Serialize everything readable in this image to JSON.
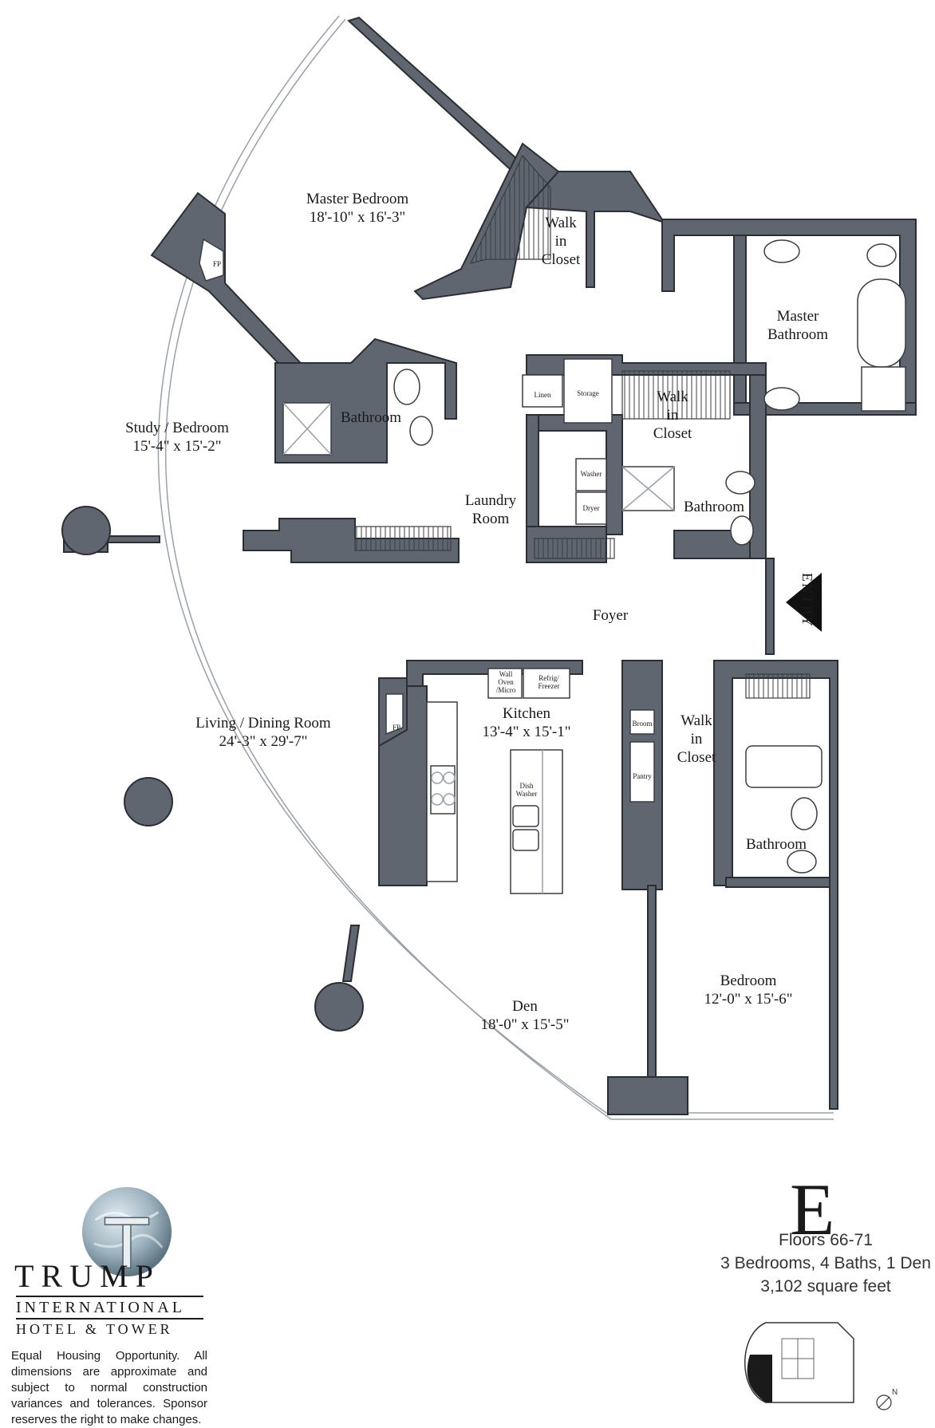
{
  "rooms": {
    "master_bedroom": {
      "name": "Master Bedroom",
      "dim": "18'-10\" x 16'-3\""
    },
    "walk_in_closet_1": {
      "name": "Walk\nin\nCloset"
    },
    "master_bathroom": {
      "name": "Master\nBathroom"
    },
    "study_bedroom": {
      "name": "Study / Bedroom",
      "dim": "15'-4\" x 15'-2\""
    },
    "bathroom_1": {
      "name": "Bathroom"
    },
    "walk_in_closet_2": {
      "name": "Walk\nin\nCloset"
    },
    "laundry_room": {
      "name": "Laundry\nRoom"
    },
    "bathroom_2": {
      "name": "Bathroom"
    },
    "foyer": {
      "name": "Foyer"
    },
    "living_dining": {
      "name": "Living / Dining Room",
      "dim": "24'-3\" x 29'-7\""
    },
    "kitchen": {
      "name": "Kitchen",
      "dim": "13'-4\" x 15'-1\""
    },
    "walk_in_closet_3": {
      "name": "Walk\nin\nCloset"
    },
    "bathroom_3": {
      "name": "Bathroom"
    },
    "den": {
      "name": "Den",
      "dim": "18'-0\" x 15'-5\""
    },
    "bedroom": {
      "name": "Bedroom",
      "dim": "12'-0\" x 15'-6\""
    }
  },
  "fixtures": {
    "fp1": "FP",
    "fp2": "FP",
    "linen": "Linen",
    "storage": "Storage",
    "washer": "Washer",
    "dryer": "Dryer",
    "wall_oven": "Wall\nOven\n/Micro",
    "refrig": "Refrig/\nFreezer",
    "broom": "Broom",
    "pantry": "Pantry",
    "dishwasher": "Dish\nWasher"
  },
  "entry": "ENTRY",
  "brand": {
    "line1": "TRUMP",
    "line2": "INTERNATIONAL",
    "line3": "HOTEL & TOWER"
  },
  "disclaimer": "Equal Housing Opportunity. All dimensions are approximate and subject to normal construction variances and tolerances. Sponsor reserves the right to make changes.",
  "unit": {
    "letter": "E",
    "floors": "Floors 66-71",
    "rooms": "3 Bedrooms, 4 Baths, 1 Den",
    "area": "3,102 square feet"
  },
  "compass": "N",
  "colors": {
    "wall": "#5f6670",
    "ink": "#1a1a1a",
    "globe": "#9fb4c0"
  }
}
